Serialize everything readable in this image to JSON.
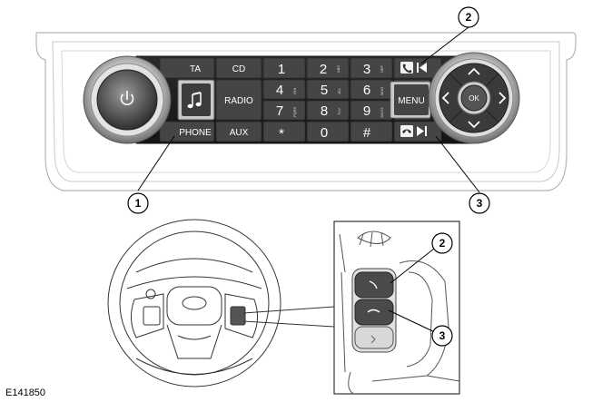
{
  "panel": {
    "top_row": [
      "TA",
      "CD"
    ],
    "mid_left": "RADIO",
    "bottom_row": [
      "PHONE",
      "AUX"
    ],
    "menu": "MENU",
    "ok": "OK",
    "keypad": [
      {
        "digit": "1",
        "letters": ""
      },
      {
        "digit": "2",
        "letters": "ABC"
      },
      {
        "digit": "3",
        "letters": "DEF"
      },
      {
        "digit": "4",
        "letters": "GHI"
      },
      {
        "digit": "5",
        "letters": "JKL"
      },
      {
        "digit": "6",
        "letters": "MNO"
      },
      {
        "digit": "7",
        "letters": "PQRS"
      },
      {
        "digit": "8",
        "letters": "TUV"
      },
      {
        "digit": "9",
        "letters": "WXYZ"
      },
      {
        "digit": "*",
        "letters": ""
      },
      {
        "digit": "0",
        "letters": ""
      },
      {
        "digit": "#",
        "letters": ""
      }
    ]
  },
  "callouts": [
    "1",
    "2",
    "3"
  ],
  "inset_callouts": [
    "2",
    "3"
  ],
  "reference": "E141850",
  "icons": [
    "power-icon",
    "music-note-icon",
    "phone-answer-icon",
    "phone-end-icon",
    "previous-track-icon",
    "next-track-icon",
    "arrow-up-icon",
    "arrow-down-icon",
    "arrow-left-icon",
    "arrow-right-icon",
    "voice-icon"
  ]
}
